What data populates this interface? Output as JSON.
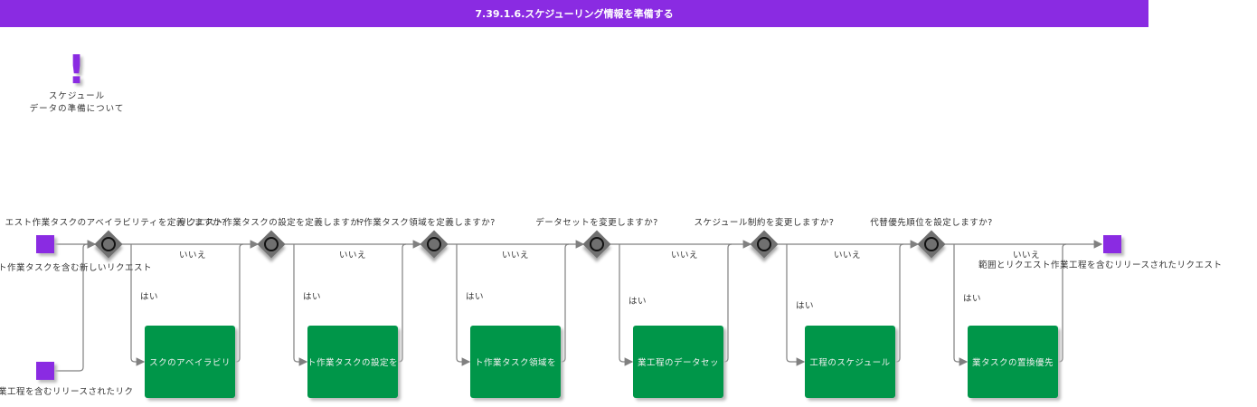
{
  "title": "7.39.1.6.スケジューリング情報を準備する",
  "note": {
    "icon": "exclamation-icon",
    "line1": "スケジュール",
    "line2": "データの準備について"
  },
  "start_events": [
    {
      "label": "ト作業タスクを含む新しいリクエスト"
    },
    {
      "label": "業工程を含むリリースされたリク"
    }
  ],
  "end_event": {
    "label": "範囲とリクエスト作業工程を含むリリースされたリクエスト"
  },
  "gateways": [
    {
      "question": "エスト作業タスクのアベイラビリティを定義しますか?",
      "no": "いいえ",
      "yes": "はい"
    },
    {
      "question": "リクエスト作業タスクの設定を定義しますか?",
      "no": "いいえ",
      "yes": "はい"
    },
    {
      "question": "ト作業タスク領域を定義しますか?",
      "no": "いいえ",
      "yes": "はい"
    },
    {
      "question": "データセットを変更しますか?",
      "no": "いいえ",
      "yes": "はい"
    },
    {
      "question": "スケジュール制約を変更しますか?",
      "no": "いいえ",
      "yes": "はい"
    },
    {
      "question": "代替優先順位を設定しますか?",
      "no": "いいえ",
      "yes": "はい"
    }
  ],
  "tasks": [
    {
      "label": "スクのアベイラビリ"
    },
    {
      "label": "ト作業タスクの設定を"
    },
    {
      "label": "ト作業タスク領域を"
    },
    {
      "label": "業工程のデータセッ"
    },
    {
      "label": "工程のスケジュール"
    },
    {
      "label": "業タスクの置換優先"
    }
  ],
  "colors": {
    "accent": "#8a2be2",
    "task": "#009649",
    "gateway": "#707070",
    "line": "#808080"
  }
}
